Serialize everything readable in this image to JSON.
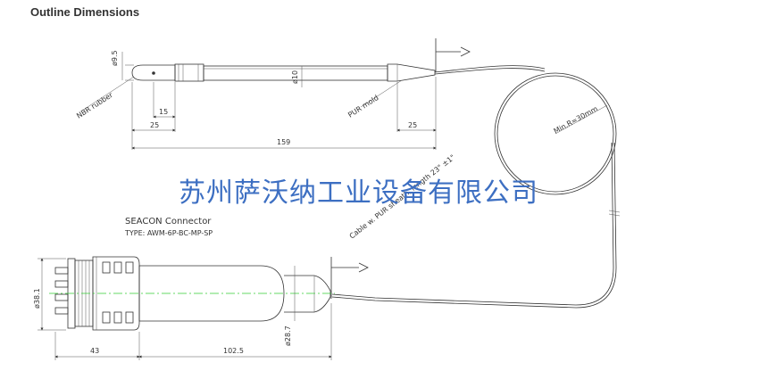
{
  "heading": "Outline Dimensions",
  "watermark": "苏州萨沃纳工业设备有限公司",
  "sensor": {
    "dim_diameter_tip": "ø9.5",
    "dim_diameter_body": "ø10",
    "label_nbr": "NBR rubber",
    "label_pur_mold": "PUR mold",
    "dim_15": "15",
    "dim_25_left": "25",
    "dim_25_right": "25",
    "dim_159": "159"
  },
  "cable": {
    "min_radius": "Min.R=30mm",
    "label": "Cable w. PUR sheath, length 23\" ±1\""
  },
  "connector": {
    "title": "SEACON Connector",
    "type": "TYPE: AWM-6P-BC-MP-SP",
    "dim_38": "ø38.1",
    "dim_28": "ø28.7",
    "dim_43": "43",
    "dim_102": "102.5"
  },
  "colors": {
    "line": "#333333",
    "centerline": "#33cc33",
    "watermark": "#3d6fc2"
  }
}
